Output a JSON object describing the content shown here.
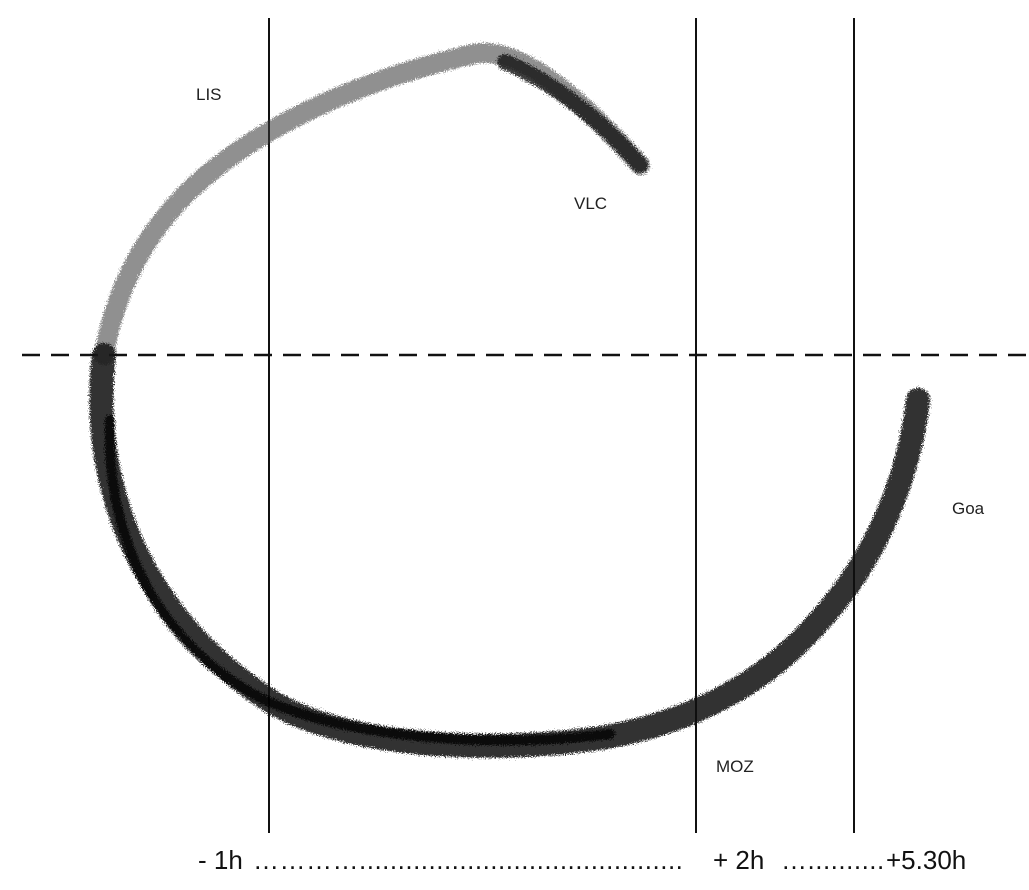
{
  "labels": {
    "lis": "LIS",
    "vlc": "VLC",
    "goa": "Goa",
    "moz": "MOZ"
  },
  "time_axis": {
    "left": "- 1h",
    "dots_1": "…………..........................................",
    "middle": "+ 2h",
    "dots_2": "…..........",
    "right": "+5.30h"
  },
  "colors": {
    "ink": "#111111",
    "background": "#ffffff"
  }
}
